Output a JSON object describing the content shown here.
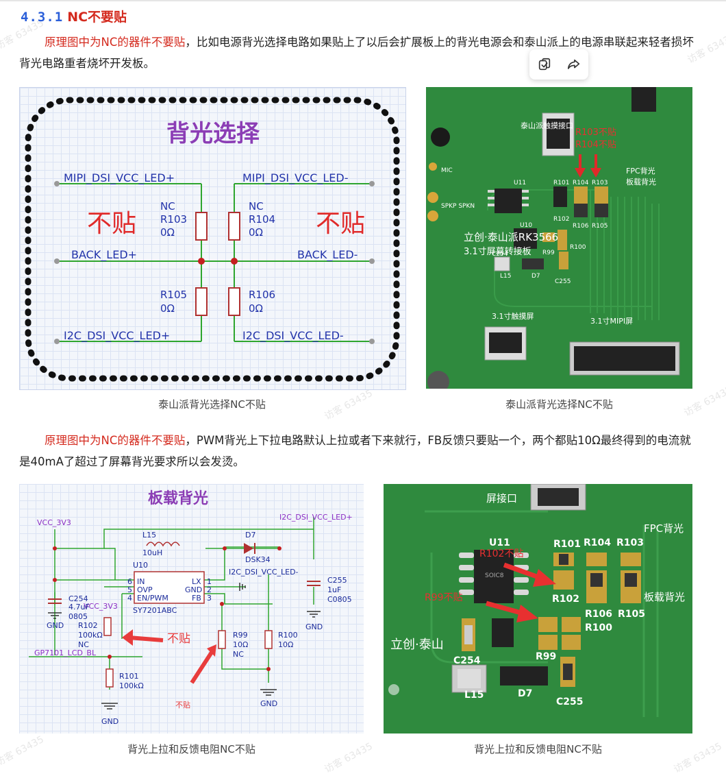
{
  "heading": {
    "number": "4.3.1",
    "title": "NC不要贴"
  },
  "para1": {
    "highlight": "原理图中为NC的器件不要贴",
    "rest": "，比如电源背光选择电路如果贴上了以后会扩展板上的背光电源会和泰山派上的电源串联起来轻者损坏背光电路重者烧坏开发板。"
  },
  "para2": {
    "highlight": "原理图中为NC的器件不要贴",
    "rest": "，PWM背光上下拉电路默认上拉或者下来就行，FB反馈只要贴一个，两个都贴10Ω最终得到的电流就是40mA了超过了屏幕背光要求所以会发烫。"
  },
  "toolbar": {
    "copy_icon": "copy-link-icon",
    "share_icon": "share-arrow-icon"
  },
  "watermark": "访客 63435",
  "fig1": {
    "title": "背光选择",
    "left_top_net": "MIPI_DSI_VCC_LED+",
    "right_top_net": "MIPI_DSI_VCC_LED-",
    "left_mid_net": "BACK_LED+",
    "right_mid_net": "BACK_LED-",
    "left_bot_net": "I2C_DSI_VCC_LED+",
    "right_bot_net": "I2C_DSI_VCC_LED-",
    "no_place_left": "不贴",
    "no_place_right": "不贴",
    "r103": [
      "NC",
      "R103",
      "0Ω"
    ],
    "r104": [
      "NC",
      "R104",
      "0Ω"
    ],
    "r105": [
      "R105",
      "0Ω"
    ],
    "r106": [
      "R106",
      "0Ω"
    ],
    "caption": "泰山派背光选择NC不贴"
  },
  "fig2": {
    "annotation": [
      "R103不贴",
      "R104不贴"
    ],
    "conn_label": "泰山派触摸接口",
    "brand": "立创·泰山派RK3566",
    "brand_sub": "3.1寸屏幕转接板",
    "fpc_label": "FPC背光",
    "board_label": "板载背光",
    "fpc_conn": "3.1寸MIPI屏",
    "touch_conn": "3.1寸触摸屏",
    "parts": [
      "U11",
      "R101",
      "R104",
      "R103",
      "R102",
      "R106",
      "R105",
      "U10",
      "R100",
      "R99",
      "C254",
      "L15",
      "D7",
      "C255",
      "MIC",
      "SPKP SPKN"
    ],
    "caption": "泰山派背光选择NC不贴"
  },
  "fig3": {
    "title": "板载背光",
    "vcc": "VCC_3V3",
    "led_net": "I2C_DSI_VCC_LED+",
    "led_neg": "I2C_DSI_VCC_LED-",
    "l15": [
      "L15",
      "10uH"
    ],
    "d7": [
      "D7",
      "DSK34"
    ],
    "u10": [
      "U10",
      "SY7201ABC"
    ],
    "pins_left": [
      "IN",
      "OVP",
      "EN/PWM"
    ],
    "pins_left_num": [
      "6",
      "5",
      "4"
    ],
    "pins_right": [
      "LX",
      "GND",
      "FB"
    ],
    "pins_right_num": [
      "1",
      "2",
      "3"
    ],
    "c254": [
      "C254",
      "4.7uF",
      "0805"
    ],
    "vcc2": "VCC_3V3",
    "c255": [
      "C255",
      "1uF",
      "C0805"
    ],
    "r102": [
      "R102",
      "100kΩ",
      "NC"
    ],
    "r101": [
      "R101",
      "100kΩ"
    ],
    "r99": [
      "R99",
      "10Ω",
      "NC"
    ],
    "r100": [
      "R100",
      "10Ω"
    ],
    "gp": "GP7101_LCD_BL",
    "gnd": "GND",
    "no_place_1": "不贴",
    "no_place_2": "不贴",
    "caption": "背光上拉和反馈电阻NC不贴"
  },
  "fig4": {
    "annotation_1": "R102不贴",
    "annotation_2": "R99不贴",
    "parts": [
      "U11",
      "R101",
      "R104",
      "R103",
      "R102",
      "R106",
      "R105",
      "R100",
      "R99",
      "C254",
      "L15",
      "D7",
      "C255"
    ],
    "chip": "SOIC8",
    "fpc_label": "FPC背光",
    "board_label": "板载背光",
    "conn": "屏接口",
    "brand": "立创·泰山",
    "caption": "背光上拉和反馈电阻NC不贴"
  },
  "colors": {
    "red": "#d42a1e",
    "blue_link": "#2b5fd9",
    "pcb_green": "#2f8a3e"
  }
}
